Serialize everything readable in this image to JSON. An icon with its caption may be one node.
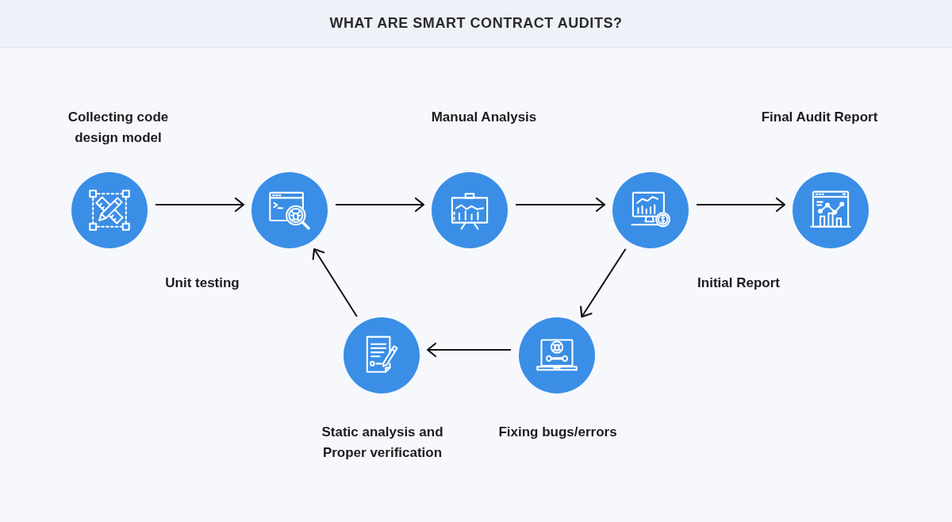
{
  "diagram": {
    "title": "WHAT ARE SMART CONTRACT AUDITS?",
    "nodes": [
      {
        "text": [],
        "shape": "circle",
        "beside": [
          "Collecting code design model"
        ]
      },
      {
        "text": [],
        "shape": "circle",
        "beside": [
          "Unit testing"
        ]
      },
      {
        "text": [],
        "shape": "circle",
        "beside": [
          "Manual Analysis"
        ]
      },
      {
        "text": [],
        "shape": "circle",
        "beside": [
          "Initial Report"
        ]
      },
      {
        "text": [],
        "shape": "circle",
        "beside": [
          "Final Audit Report"
        ]
      },
      {
        "text": [],
        "shape": "circle",
        "beside": [
          "Static analysis and Proper verification"
        ]
      },
      {
        "text": [],
        "shape": "circle",
        "beside": [
          "Fixing bugs/errors"
        ]
      }
    ],
    "edges": [
      {
        "from": 0,
        "to": 1,
        "arrow": "to"
      },
      {
        "from": 1,
        "to": 2,
        "arrow": "to"
      },
      {
        "from": 2,
        "to": 3,
        "arrow": "to"
      },
      {
        "from": 3,
        "to": 4,
        "arrow": "to"
      },
      {
        "from": 3,
        "to": 6,
        "arrow": "to"
      },
      {
        "from": 6,
        "to": 5,
        "arrow": "to"
      },
      {
        "from": 5,
        "to": 1,
        "arrow": "to"
      }
    ]
  }
}
